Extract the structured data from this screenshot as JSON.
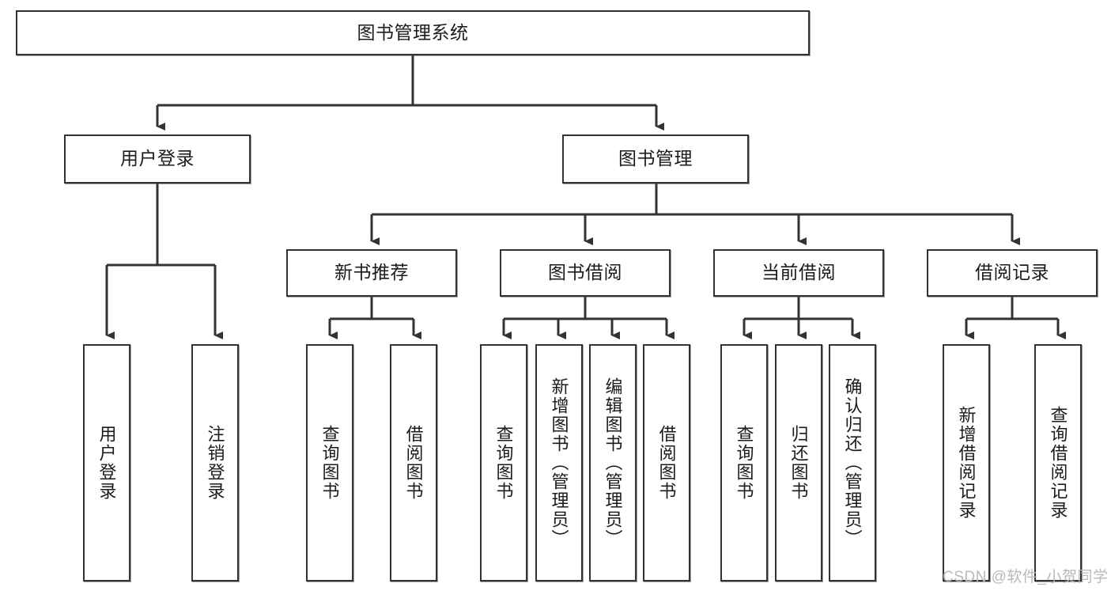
{
  "diagram": {
    "title": "图书管理系统",
    "type": "tree-hierarchy-chart",
    "colors": {
      "box_border": "#333333",
      "box_fill": "#ffffff",
      "connector": "#333333",
      "text": "#1b1b1b",
      "watermark": "#b9b9b9",
      "background": "#ffffff"
    },
    "watermark": "CSDN @软件_小贺同学",
    "nodes": {
      "root": {
        "label": "图书管理系统"
      },
      "level2": [
        {
          "label": "用户登录"
        },
        {
          "label": "图书管理"
        }
      ],
      "level3": [
        {
          "label": "新书推荐"
        },
        {
          "label": "图书借阅"
        },
        {
          "label": "当前借阅"
        },
        {
          "label": "借阅记录"
        }
      ],
      "leaves": {
        "user_login": [
          {
            "label": "用户登录"
          },
          {
            "label": "注销登录"
          }
        ],
        "new_book_recommend": [
          {
            "label": "查询图书"
          },
          {
            "label": "借阅图书"
          }
        ],
        "book_borrow": [
          {
            "label": "查询图书"
          },
          {
            "label": "新增图书（管理员）"
          },
          {
            "label": "编辑图书（管理员）"
          },
          {
            "label": "借阅图书"
          }
        ],
        "current_borrow": [
          {
            "label": "查询图书"
          },
          {
            "label": "归还图书"
          },
          {
            "label": "确认归还（管理员）"
          }
        ],
        "borrow_record": [
          {
            "label": "新增借阅记录"
          },
          {
            "label": "查询借阅记录"
          }
        ]
      }
    }
  }
}
